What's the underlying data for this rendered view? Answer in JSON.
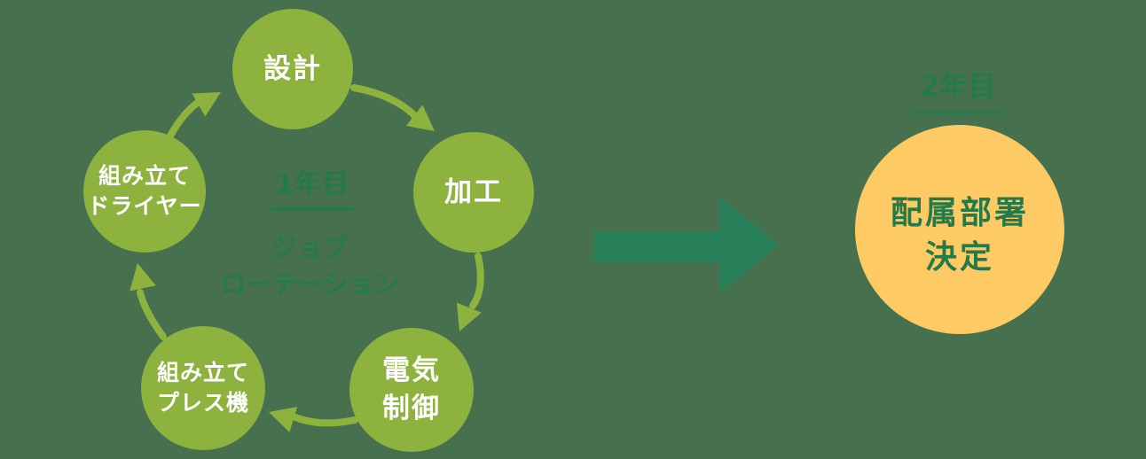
{
  "diagram_title": "job-rotation-to-assignment-flow",
  "colors": {
    "background": "#47704f",
    "node_green": "#8db33e",
    "connector_green": "#8db33e",
    "dark_green_text": "#257a4b",
    "transition_arrow_green": "#27805a",
    "result_yellow": "#fdca63",
    "node_text_white": "#ffffff"
  },
  "cycle": {
    "year_label": "1年目",
    "center_title_line1": "ジョブ",
    "center_title_line2": "ローテーション",
    "nodes": [
      {
        "id": "design",
        "lines": [
          "設計"
        ]
      },
      {
        "id": "processing",
        "lines": [
          "加工"
        ]
      },
      {
        "id": "electrical-control",
        "lines": [
          "電気",
          "制御"
        ]
      },
      {
        "id": "assembly-press",
        "lines": [
          "組み立て",
          "プレス機"
        ]
      },
      {
        "id": "assembly-dryer",
        "lines": [
          "組み立て",
          "ドライヤー"
        ]
      }
    ]
  },
  "result": {
    "year_label": "2年目",
    "lines": [
      "配属部署",
      "決定"
    ]
  }
}
